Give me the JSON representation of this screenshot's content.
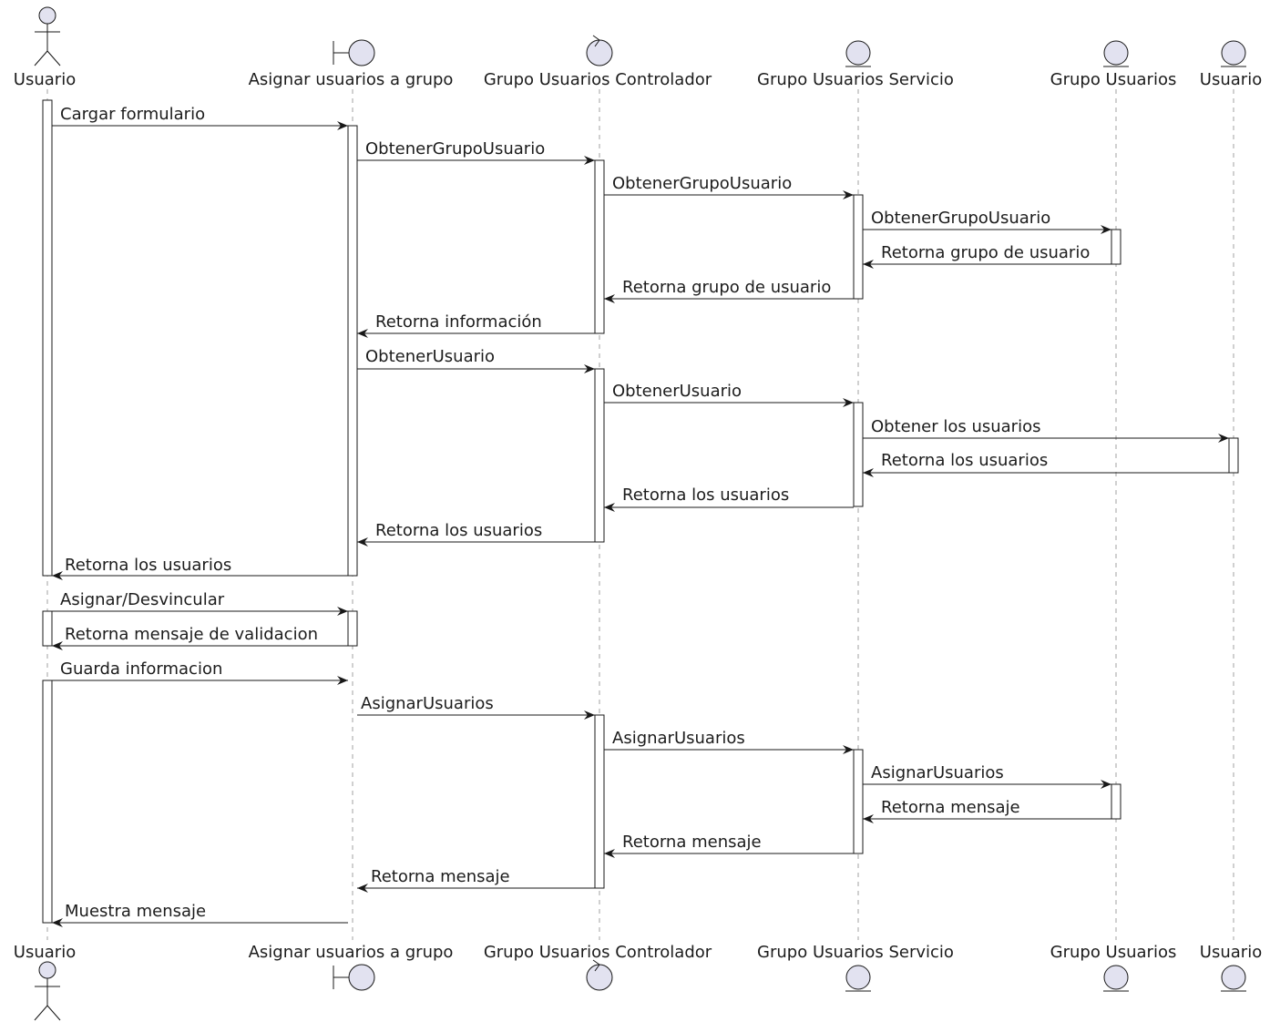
{
  "participants": [
    {
      "id": "usuario",
      "label": "Usuario",
      "kind": "actor",
      "icon": "actor-icon"
    },
    {
      "id": "asignar",
      "label": "Asignar usuarios a grupo",
      "kind": "boundary",
      "icon": "boundary-icon"
    },
    {
      "id": "controlador",
      "label": "Grupo Usuarios Controlador",
      "kind": "control",
      "icon": "control-icon"
    },
    {
      "id": "servicio",
      "label": "Grupo Usuarios Servicio",
      "kind": "entity",
      "icon": "entity-icon"
    },
    {
      "id": "grupo",
      "label": "Grupo Usuarios",
      "kind": "entity",
      "icon": "entity-icon"
    },
    {
      "id": "usuario2",
      "label": "Usuario",
      "kind": "entity",
      "icon": "entity-icon"
    }
  ],
  "messages": [
    {
      "from": "usuario",
      "to": "asignar",
      "label": "Cargar formulario"
    },
    {
      "from": "asignar",
      "to": "controlador",
      "label": "ObtenerGrupoUsuario"
    },
    {
      "from": "controlador",
      "to": "servicio",
      "label": "ObtenerGrupoUsuario"
    },
    {
      "from": "servicio",
      "to": "grupo",
      "label": "ObtenerGrupoUsuario"
    },
    {
      "from": "grupo",
      "to": "servicio",
      "label": "Retorna grupo de usuario"
    },
    {
      "from": "servicio",
      "to": "controlador",
      "label": "Retorna grupo de usuario"
    },
    {
      "from": "controlador",
      "to": "asignar",
      "label": "Retorna información"
    },
    {
      "from": "asignar",
      "to": "controlador",
      "label": "ObtenerUsuario"
    },
    {
      "from": "controlador",
      "to": "servicio",
      "label": "ObtenerUsuario"
    },
    {
      "from": "servicio",
      "to": "usuario2",
      "label": "Obtener los usuarios"
    },
    {
      "from": "usuario2",
      "to": "servicio",
      "label": "Retorna los usuarios"
    },
    {
      "from": "servicio",
      "to": "controlador",
      "label": "Retorna los usuarios"
    },
    {
      "from": "controlador",
      "to": "asignar",
      "label": "Retorna los usuarios"
    },
    {
      "from": "asignar",
      "to": "usuario",
      "label": "Retorna los usuarios"
    },
    {
      "from": "usuario",
      "to": "asignar",
      "label": "Asignar/Desvincular"
    },
    {
      "from": "asignar",
      "to": "usuario",
      "label": "Retorna mensaje de validacion"
    },
    {
      "from": "usuario",
      "to": "asignar",
      "label": "Guarda informacion"
    },
    {
      "from": "asignar",
      "to": "controlador",
      "label": "AsignarUsuarios"
    },
    {
      "from": "controlador",
      "to": "servicio",
      "label": "AsignarUsuarios"
    },
    {
      "from": "servicio",
      "to": "grupo",
      "label": "AsignarUsuarios"
    },
    {
      "from": "grupo",
      "to": "servicio",
      "label": "Retorna mensaje"
    },
    {
      "from": "servicio",
      "to": "controlador",
      "label": "Retorna mensaje"
    },
    {
      "from": "controlador",
      "to": "asignar",
      "label": "Retorna mensaje"
    },
    {
      "from": "asignar",
      "to": "usuario",
      "label": "Muestra mensaje"
    }
  ],
  "colors": {
    "shape_fill": "#e2e2f0",
    "line": "#181818",
    "lifeline": "#a0a0a0"
  }
}
